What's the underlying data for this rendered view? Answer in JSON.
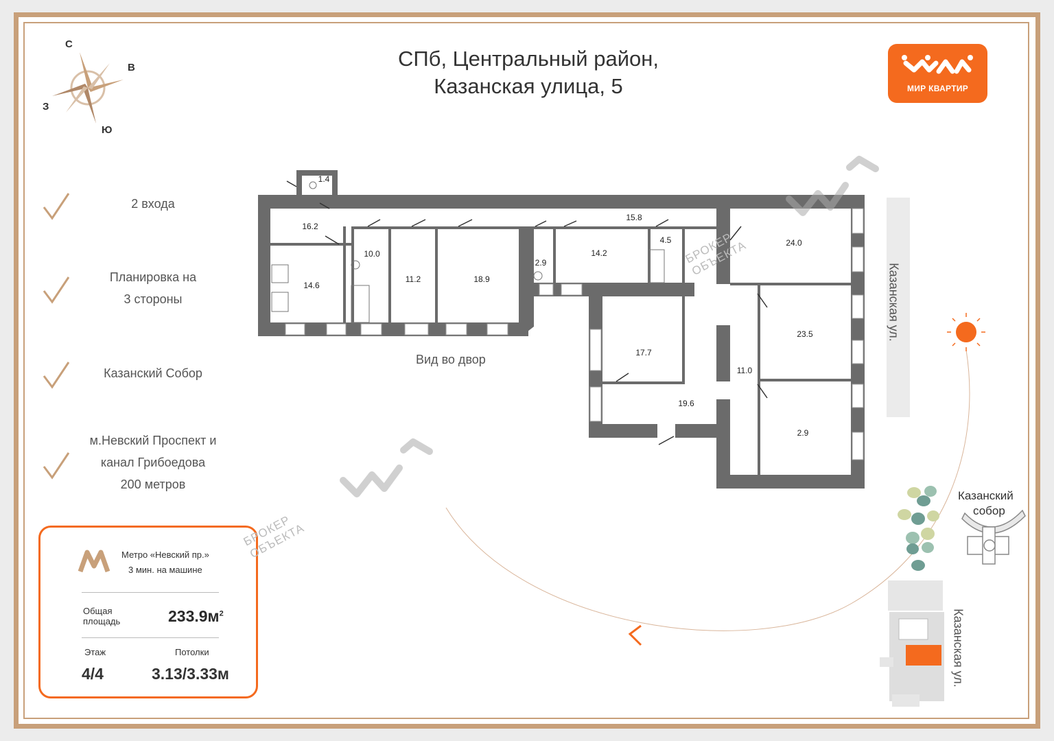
{
  "title": {
    "line1": "СПб, Центральный район,",
    "line2": "Казанская улица, 5"
  },
  "logo": {
    "text": "МИР КВАРТИР",
    "color": "#f46a1e",
    "icon": "mir-kvartir-logo-icon"
  },
  "compass": {
    "n": "С",
    "e": "В",
    "s": "Ю",
    "w": "З"
  },
  "features": [
    {
      "lines": [
        "2 входа"
      ]
    },
    {
      "lines": [
        "Планировка на",
        "3 стороны"
      ]
    },
    {
      "lines": [
        "Казанский Собор"
      ]
    },
    {
      "lines": [
        "м.Невский Проспект и",
        "канал Грибоедова",
        "200 метров"
      ]
    }
  ],
  "info": {
    "metro_line1": "Метро «Невский пр.»",
    "metro_line2": "3 мин. на машине",
    "area_label1": "Общая",
    "area_label2": "площадь",
    "area_value": "233.9м",
    "area_unit_sup": "2",
    "floor_label": "Этаж",
    "floor_value": "4/4",
    "ceiling_label": "Потолки",
    "ceiling_value": "3.13/3.33м"
  },
  "rooms": [
    "1.4",
    "16.2",
    "10.0",
    "14.6",
    "11.2",
    "18.9",
    "2.9",
    "14.2",
    "15.8",
    "4.5",
    "24.0",
    "23.5",
    "11.0",
    "2.9",
    "17.7",
    "19.6"
  ],
  "labels": {
    "courtyard": "Вид во двор",
    "street_right": "Казанская ул.",
    "cathedral_line1": "Казанский",
    "cathedral_line2": "собор",
    "street_map": "Казанская ул.",
    "watermark_line1": "БРОКЕР",
    "watermark_line2": "ОБЪЕКТА"
  },
  "colors": {
    "accent": "#f46a1e",
    "frame": "#c8a07a",
    "wall": "#6b6b6b",
    "sun": "#f46a1e"
  }
}
